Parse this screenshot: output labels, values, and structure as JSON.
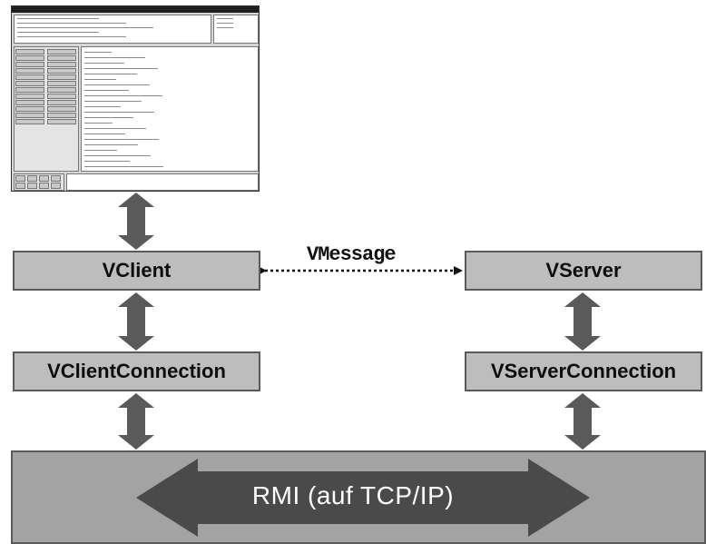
{
  "diagram": {
    "client_box": "VClient",
    "server_box": "VServer",
    "client_connection_box": "VClientConnection",
    "server_connection_box": "VServerConnection",
    "message_label": "VMessage",
    "transport_label": "RMI (auf TCP/IP)"
  },
  "colors": {
    "box_fill": "#bdbdbd",
    "transport_fill": "#a3a3a3",
    "arrow_fill": "#5a5a5a",
    "border": "#5a5a5a"
  },
  "thumbnail": {
    "description_icon": "client-gui-screenshot"
  }
}
